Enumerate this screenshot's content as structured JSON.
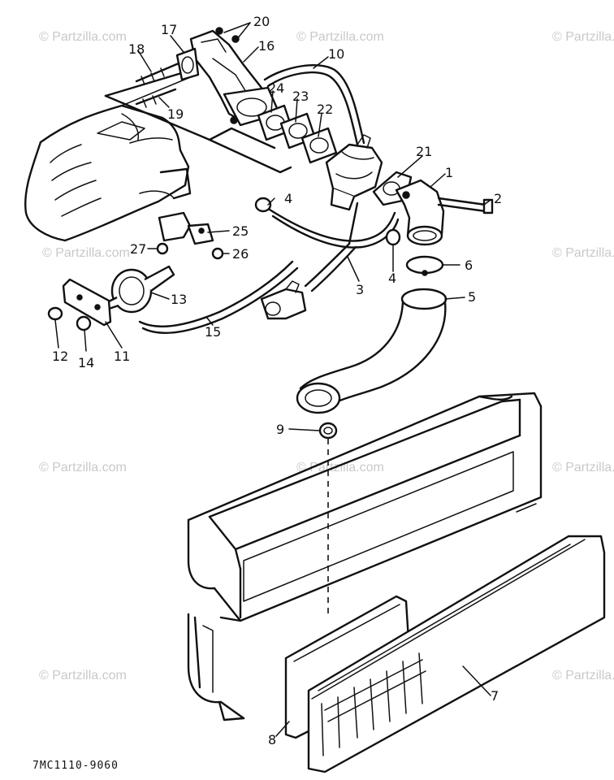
{
  "watermark": "© Partzilla.com",
  "drawing_code": "7MC1110-9060",
  "callouts": [
    "1",
    "2",
    "3",
    "4",
    "4",
    "5",
    "6",
    "7",
    "8",
    "9",
    "10",
    "11",
    "12",
    "13",
    "14",
    "15",
    "16",
    "17",
    "18",
    "19",
    "20",
    "21",
    "22",
    "23",
    "24",
    "25",
    "26",
    "27"
  ]
}
